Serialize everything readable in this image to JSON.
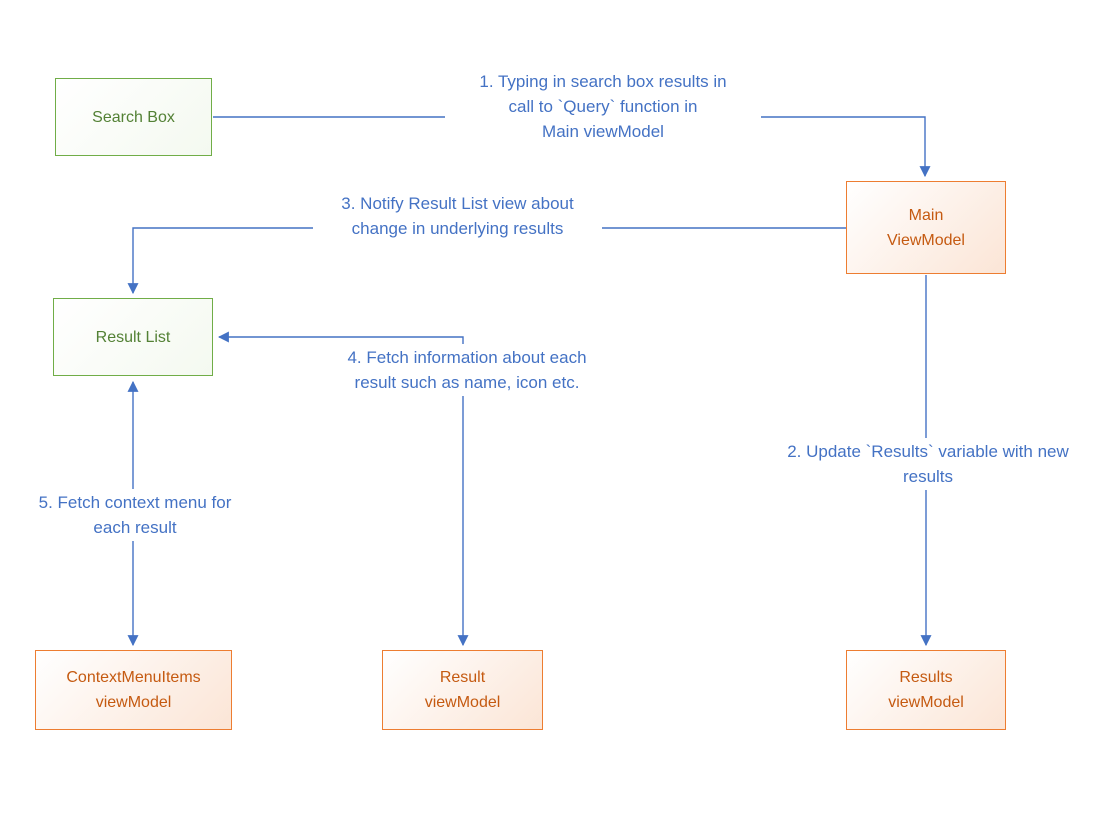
{
  "diagram": {
    "boxes": {
      "search_box": {
        "lines": [
          "Search Box"
        ]
      },
      "main_viewmodel": {
        "lines": [
          "Main",
          "ViewModel"
        ]
      },
      "result_list": {
        "lines": [
          "Result List"
        ]
      },
      "contextmenuitems_viewmodel": {
        "lines": [
          "ContextMenuItems",
          "viewModel"
        ]
      },
      "result_viewmodel": {
        "lines": [
          "Result",
          "viewModel"
        ]
      },
      "results_viewmodel": {
        "lines": [
          "Results",
          "viewModel"
        ]
      }
    },
    "steps": {
      "step1": {
        "lines": [
          "1. Typing in search box results in",
          "call to `Query` function in",
          "Main viewModel"
        ]
      },
      "step2": {
        "lines": [
          "2. Update `Results` variable with new",
          "results"
        ]
      },
      "step3": {
        "lines": [
          "3. Notify Result List view about",
          "change in underlying results"
        ]
      },
      "step4": {
        "lines": [
          "4. Fetch information about each",
          "result such as name, icon etc."
        ]
      },
      "step5": {
        "lines": [
          "5. Fetch context menu for",
          "each result"
        ]
      }
    },
    "colors": {
      "connector_blue": "#4472C4",
      "label_text_blue": "#4472C4",
      "green_border": "#70AD47",
      "green_text": "#538135",
      "orange_border": "#ED7D31",
      "orange_text": "#C55A11",
      "background": "#ffffff"
    }
  }
}
